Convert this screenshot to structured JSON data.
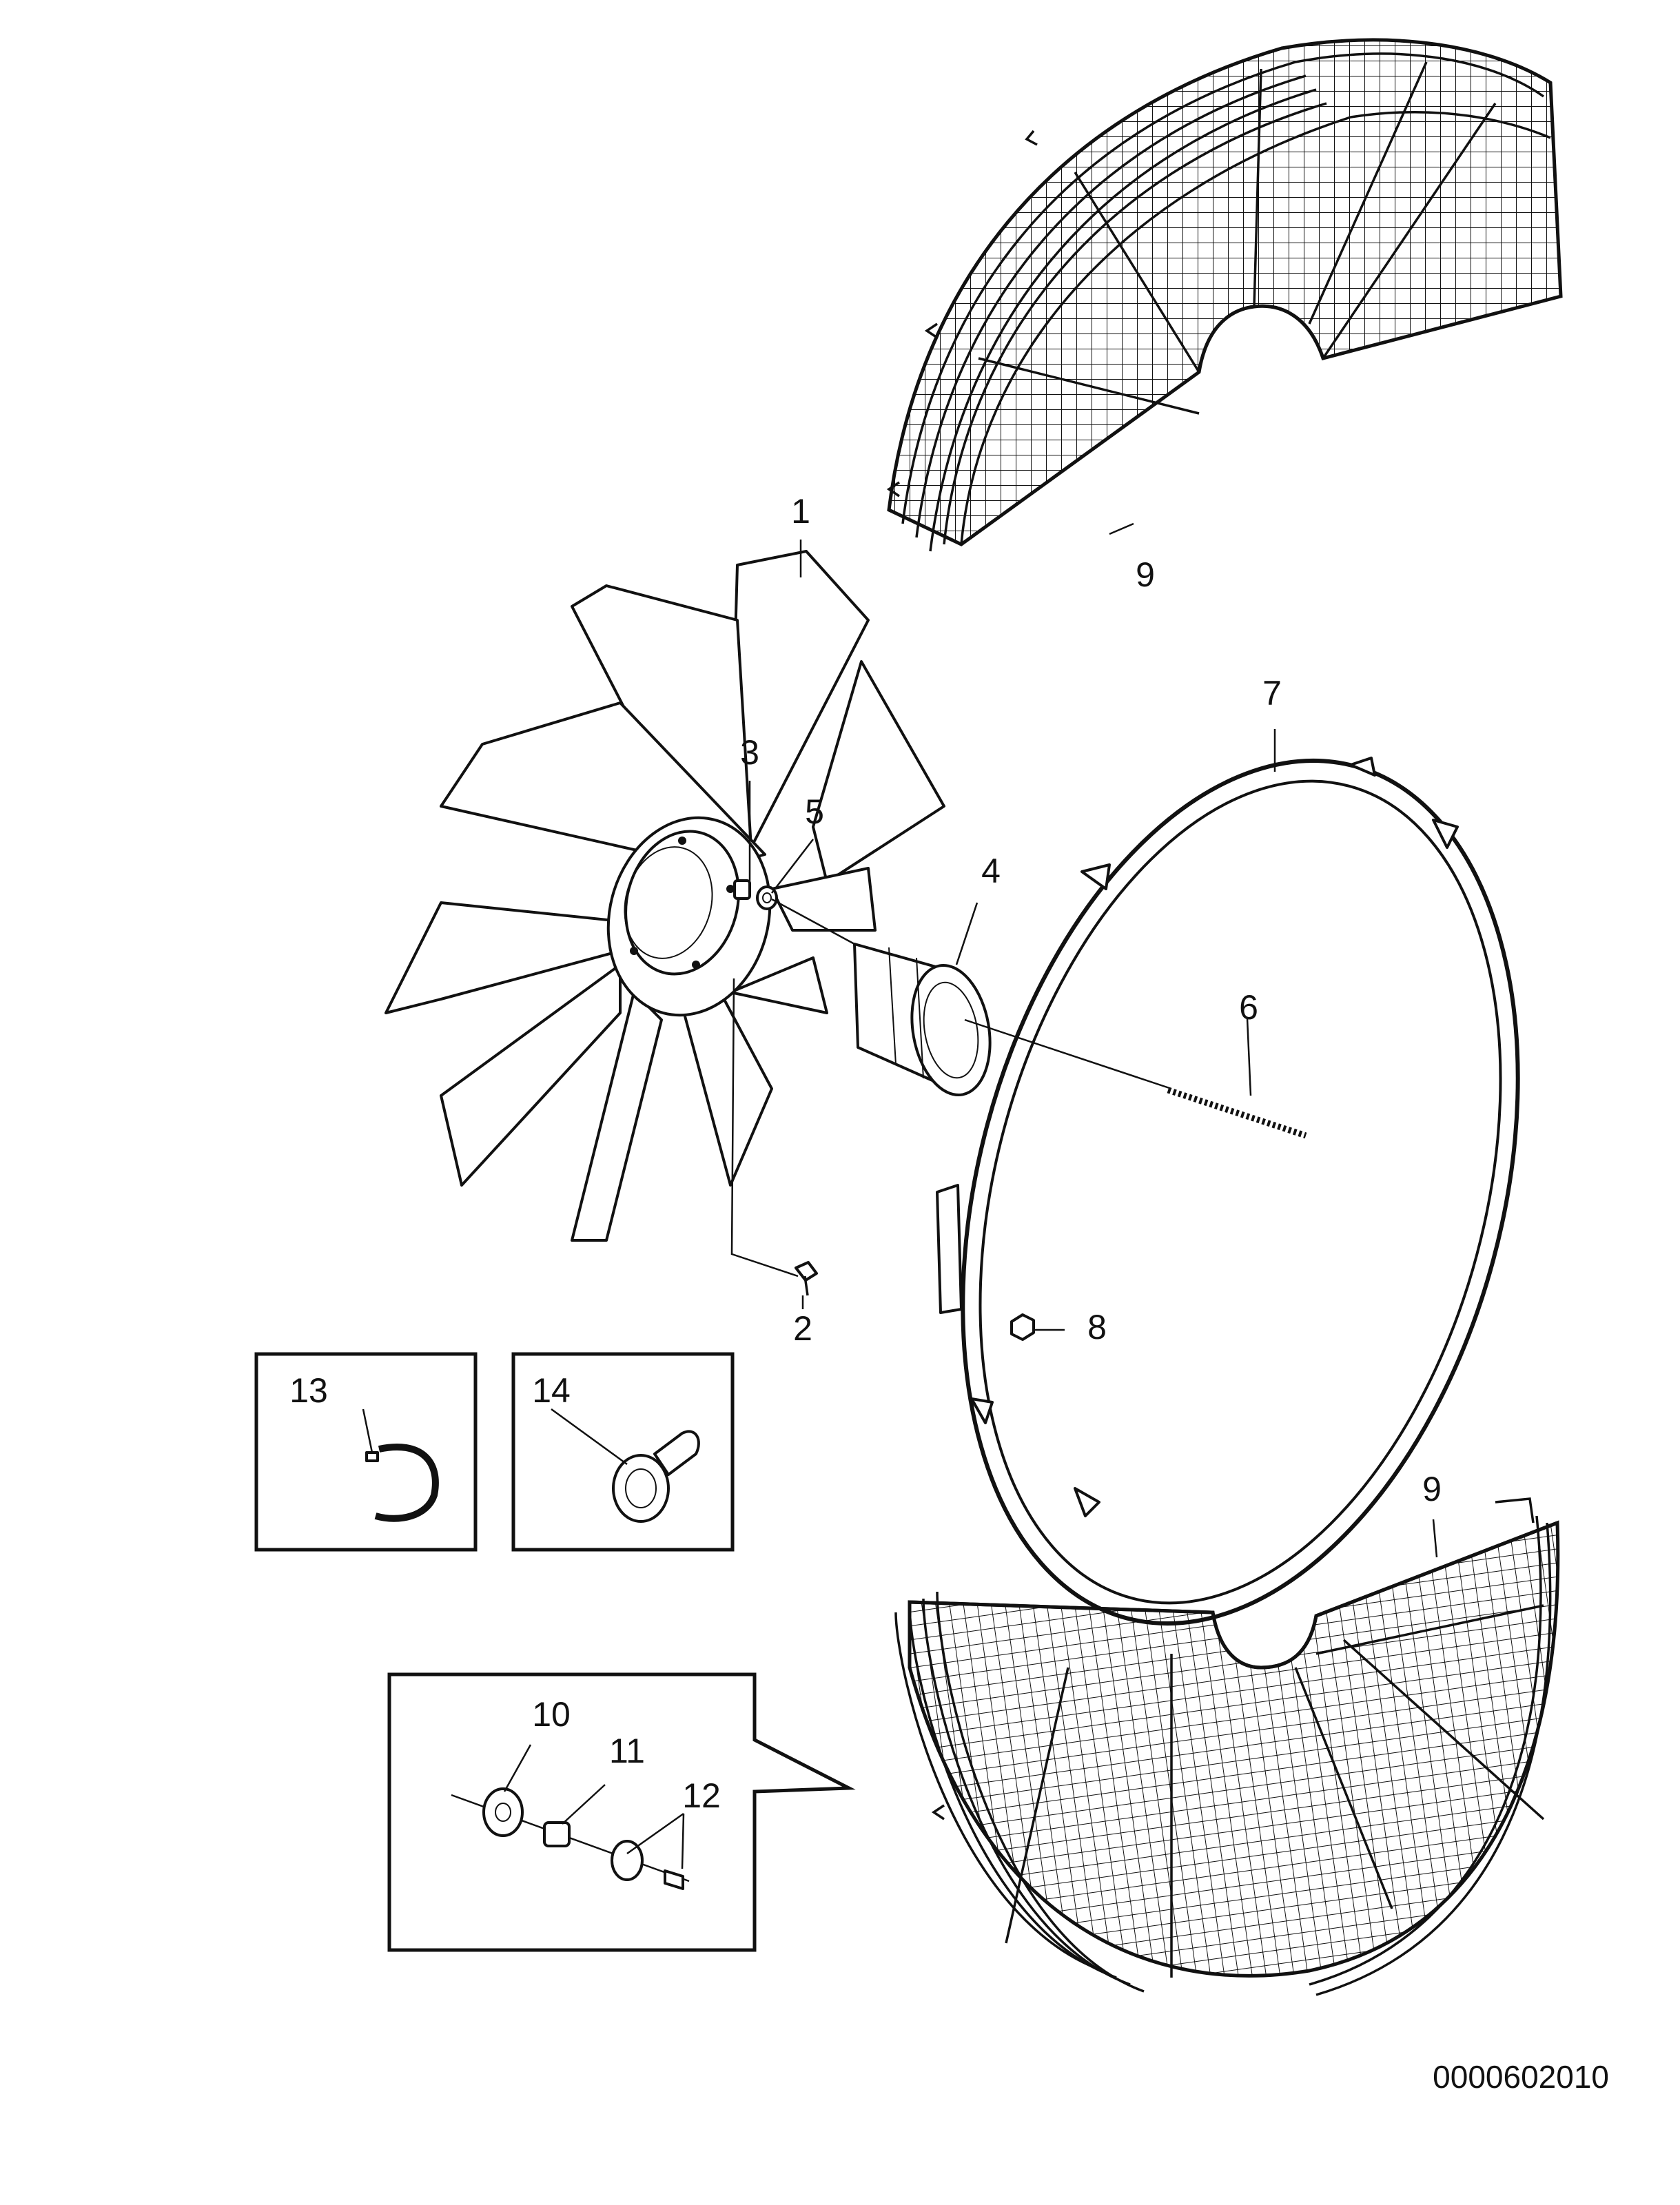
{
  "callouts": {
    "c1": "1",
    "c2": "2",
    "c3": "3",
    "c4": "4",
    "c5": "5",
    "c6": "6",
    "c7": "7",
    "c8": "8",
    "c9_top": "9",
    "c9_bottom": "9",
    "c10": "10",
    "c11": "11",
    "c12": "12",
    "c13": "13",
    "c14": "14"
  },
  "drawing_number": "0000602010",
  "colors": {
    "line": "#111111",
    "background": "#ffffff"
  },
  "icons": {
    "fan": "fan-icon",
    "guard": "fan-guard-icon",
    "ring": "shroud-ring-icon",
    "spacer": "spacer-icon",
    "bolt": "bolt-icon"
  }
}
